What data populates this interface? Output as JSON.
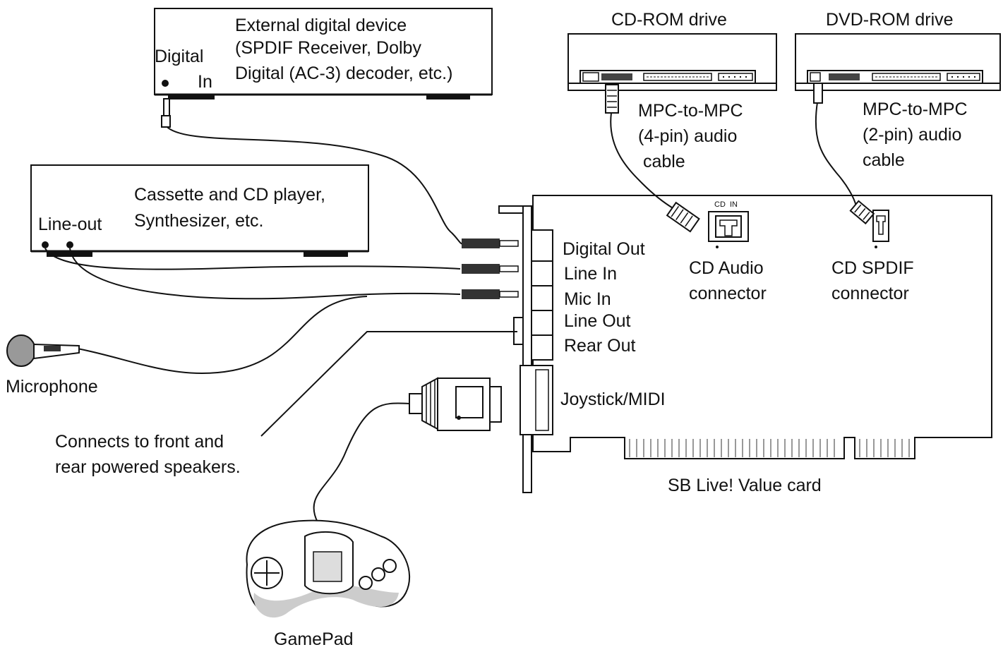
{
  "devices": {
    "external_digital": {
      "title_lines": [
        "External digital device",
        "(SPDIF Receiver, Dolby",
        "Digital (AC-3) decoder, etc.)"
      ],
      "port_label_1": "Digital",
      "port_label_2": "In"
    },
    "cassette": {
      "title_lines": [
        "Cassette and CD player,",
        "Synthesizer, etc."
      ],
      "port_label": "Line-out"
    },
    "cd_rom": {
      "label": "CD-ROM drive"
    },
    "dvd_rom": {
      "label": "DVD-ROM drive"
    },
    "microphone": {
      "label": "Microphone"
    },
    "gamepad": {
      "label": "GamePad"
    }
  },
  "cables": {
    "cd_cable": [
      "MPC-to-MPC",
      "(4-pin) audio",
      " cable"
    ],
    "dvd_cable": [
      "MPC-to-MPC",
      "(2-pin) audio",
      "cable"
    ]
  },
  "card": {
    "name": "SB Live! Value card",
    "ports": [
      "Digital Out",
      "Line In",
      "Mic In",
      "Line Out",
      "Rear Out"
    ],
    "joystick": "Joystick/MIDI",
    "cd_in_silk": "CD  IN",
    "cd_audio_connector": [
      "CD Audio",
      "connector"
    ],
    "cd_spdif_connector": [
      "CD SPDIF",
      "connector"
    ]
  },
  "notes": {
    "speakers": [
      "Connects to front and",
      "rear powered speakers."
    ]
  }
}
